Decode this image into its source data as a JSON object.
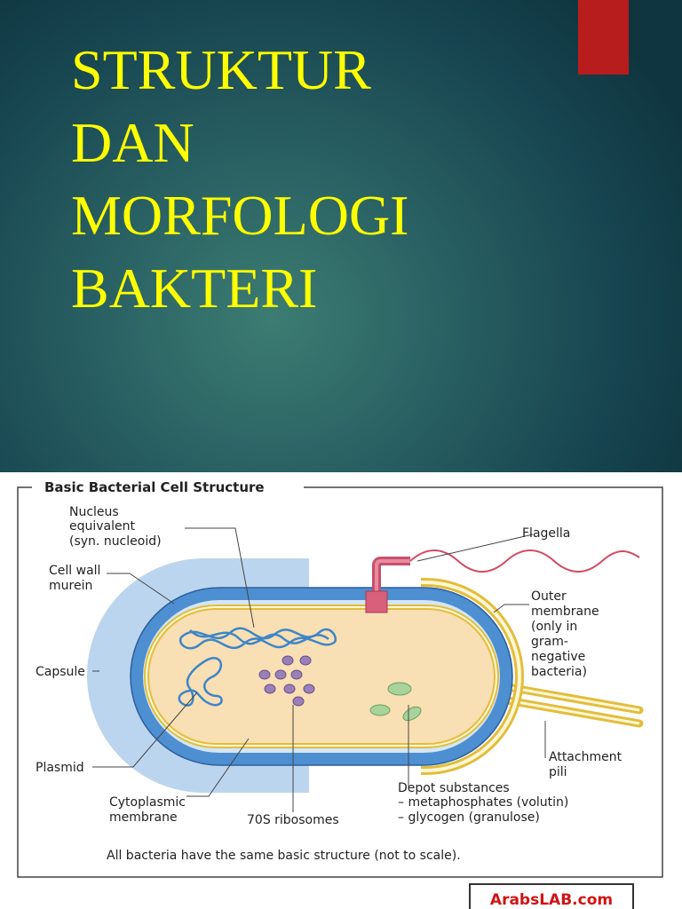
{
  "slide": {
    "title_lines": [
      "STRUKTUR",
      "DAN",
      "MORFOLOGI",
      "BAKTERI"
    ],
    "colors": {
      "title": "#ffff00",
      "accent": "#b81d1d",
      "background": "#285f62"
    }
  },
  "diagram": {
    "heading": "Basic Bacterial Cell Structure",
    "labels": {
      "nucleus": [
        "Nucleus",
        "equivalent",
        "(syn. nucleoid)"
      ],
      "cell_wall": [
        "Cell wall",
        "murein"
      ],
      "capsule": "Capsule",
      "plasmid": "Plasmid",
      "cytoplasmic": [
        "Cytoplasmic",
        "membrane"
      ],
      "ribosomes": "70S ribosomes",
      "depot": [
        "Depot substances",
        "– metaphosphates (volutin)",
        "– glycogen (granulose)"
      ],
      "flagella": "Flagella",
      "outer_membrane": [
        "Outer",
        "membrane",
        "(only in",
        "gram-",
        "negative",
        "bacteria)"
      ],
      "pili": [
        "Attachment",
        "pili"
      ]
    },
    "caption": "All bacteria have the same basic structure (not to scale).",
    "logo": "ArabsLAB.com"
  }
}
